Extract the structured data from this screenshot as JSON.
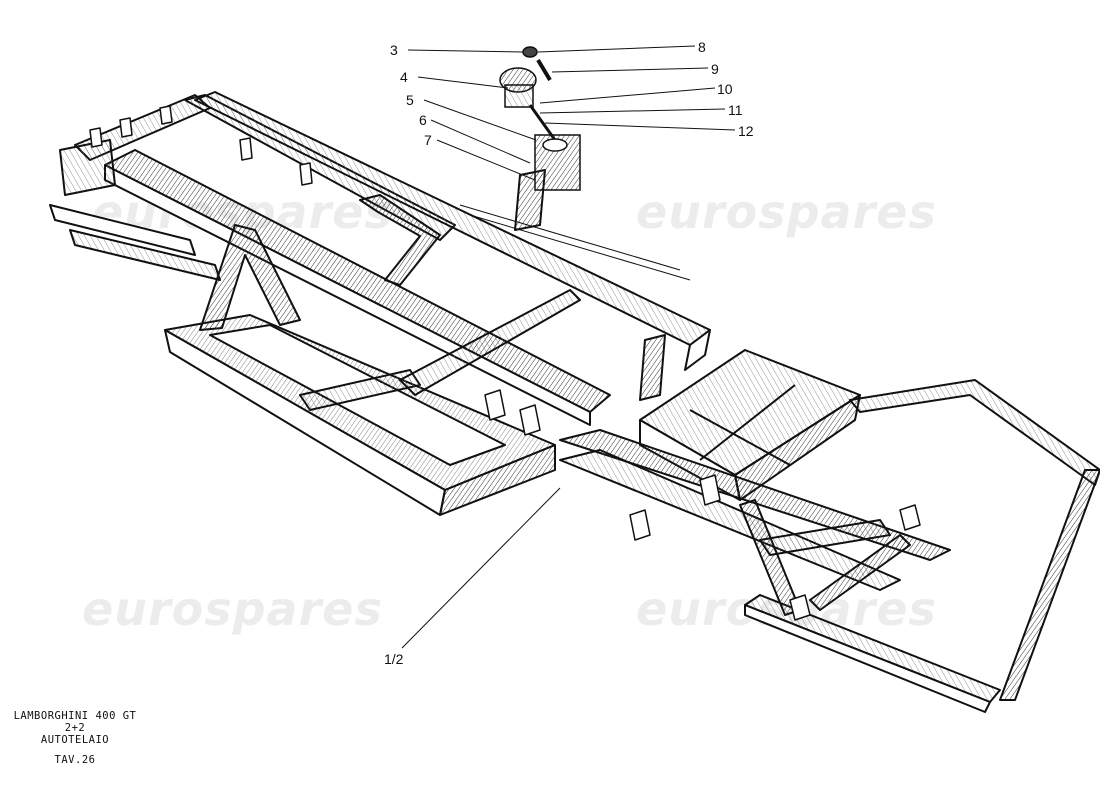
{
  "callouts": {
    "c3": "3",
    "c4": "4",
    "c5": "5",
    "c6": "6",
    "c7": "7",
    "c8": "8",
    "c9": "9",
    "c10": "10",
    "c11": "11",
    "c12": "12",
    "c12b": "1/2"
  },
  "caption": {
    "model": "LAMBORGHINI 400 GT 2+2",
    "section": "AUTOTELAIO",
    "plate": "TAV.26"
  },
  "watermark": "eurospares",
  "colors": {
    "ink": "#111111",
    "watermark": "#e6e6e6",
    "paper": "#ffffff"
  }
}
